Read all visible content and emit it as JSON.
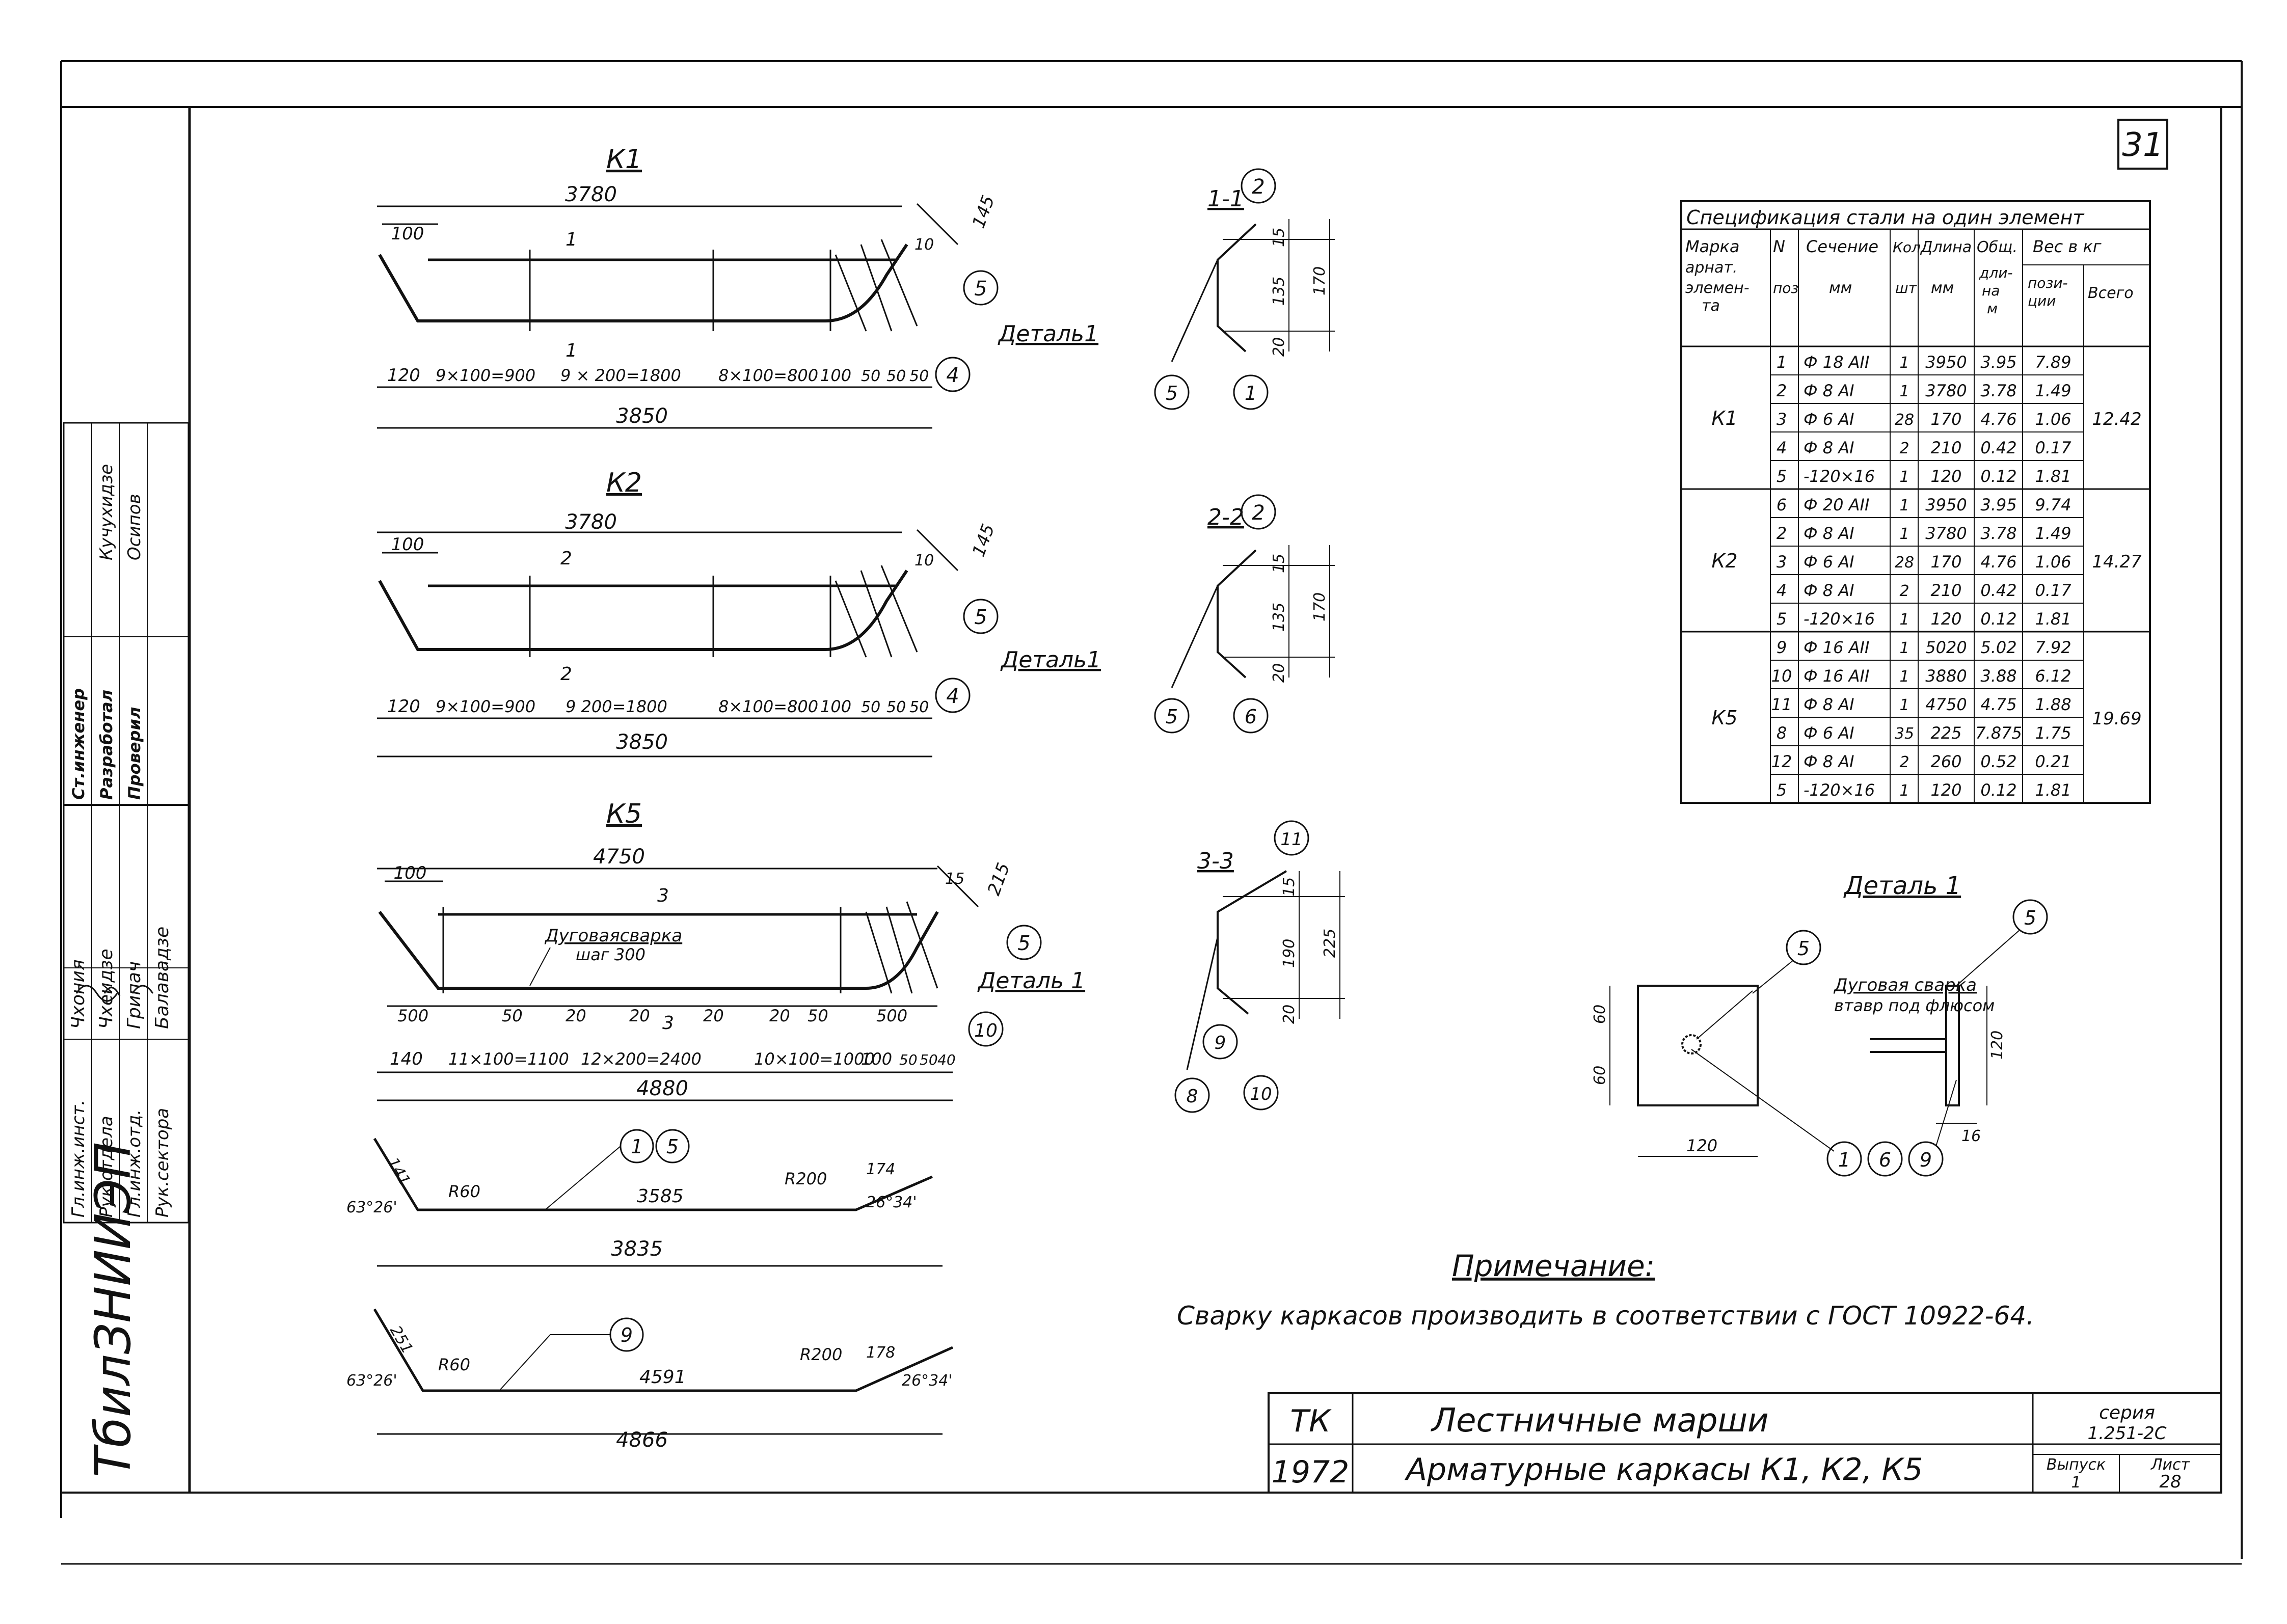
{
  "sheet_number": "31",
  "drawings": {
    "k1": {
      "title": "К1",
      "overall_top": "3780",
      "left_offset": "100",
      "pos1": "1",
      "angle_top": "10",
      "angle_len": "145",
      "bottom_dims": [
        "120",
        "9×100=900",
        "9 × 200=1800",
        "8×100=800",
        "100",
        "50",
        "50",
        "50"
      ],
      "overall_bottom": "3850",
      "callout_5": "5",
      "callout_4": "4",
      "detail_label": "Деталь1"
    },
    "k2": {
      "title": "К2",
      "overall_top": "3780",
      "left_offset": "100",
      "pos2": "2",
      "angle_top": "10",
      "angle_len": "145",
      "bottom_dims": [
        "120",
        "9×100=900",
        "9 200=1800",
        "8×100=800",
        "100",
        "50",
        "50",
        "50"
      ],
      "overall_bottom": "3850",
      "callout_5": "5",
      "callout_4": "4",
      "detail_label": "Деталь1"
    },
    "k5": {
      "title": "К5",
      "overall_top": "4750",
      "left_offset": "100",
      "pos3": "3",
      "angle_top": "15",
      "angle_len": "215",
      "weld_note": "Дуговаясварка",
      "weld_step": "шаг 300",
      "mid_dims": [
        "500",
        "50",
        "20",
        "20",
        "20",
        "20",
        "50",
        "500"
      ],
      "bottom_dims": [
        "140",
        "11×100=1100",
        "12×200=2400",
        "10×100=1000",
        "100",
        "50",
        "50",
        "40"
      ],
      "overall_bottom": "4880",
      "callout_5": "5",
      "callout_10": "10",
      "detail_label": "Деталь 1"
    },
    "bar1": {
      "callout_a": "1",
      "callout_b": "5",
      "angle": "63°26'",
      "end_len": "141",
      "radius_l": "R60",
      "mid_len": "3585",
      "radius_r": "R200",
      "end_len_r": "174",
      "angle_r": "26°34'",
      "overall": "3835"
    },
    "bar9": {
      "callout": "9",
      "angle": "63°26'",
      "end_len": "251",
      "radius_l": "R60",
      "mid_len": "4591",
      "radius_r": "R200",
      "end_len_r": "178",
      "angle_r": "26°34'",
      "overall": "4866"
    }
  },
  "sections": {
    "s1": {
      "title": "1-1",
      "top": "2",
      "left": "5",
      "right": "1",
      "d15": "15",
      "d135": "135",
      "d20": "20",
      "d170": "170"
    },
    "s2": {
      "title": "2-2",
      "top": "2",
      "left": "5",
      "right": "6",
      "d15": "15",
      "d135": "135",
      "d20": "20",
      "d170": "170"
    },
    "s3": {
      "title": "3-3",
      "top": "11",
      "left1": "9",
      "left2": "8",
      "right": "10",
      "d15": "15",
      "d190": "190",
      "d20": "20",
      "d225": "225"
    }
  },
  "spec": {
    "title": "Спецификация стали на один элемент",
    "headers": {
      "mark": "Марка арнат. элемен- та",
      "pos": "N поз",
      "section": "Сечение",
      "section_unit": "мм",
      "qty": "Кол шт",
      "length": "Длина мм",
      "total": "Общ. дли- на м",
      "weight": "Вес в кг",
      "weight_pos": "пози- ции",
      "weight_total": "Всего"
    },
    "groups": [
      {
        "mark": "К1",
        "total": "12.42",
        "rows": [
          [
            "1",
            "Ф 18 AII",
            "1",
            "3950",
            "3.95",
            "7.89"
          ],
          [
            "2",
            "Ф 8 AI",
            "1",
            "3780",
            "3.78",
            "1.49"
          ],
          [
            "3",
            "Ф 6 AI",
            "28",
            "170",
            "4.76",
            "1.06"
          ],
          [
            "4",
            "Ф 8 AI",
            "2",
            "210",
            "0.42",
            "0.17"
          ],
          [
            "5",
            "-120×16",
            "1",
            "120",
            "0.12",
            "1.81"
          ]
        ]
      },
      {
        "mark": "К2",
        "total": "14.27",
        "rows": [
          [
            "6",
            "Ф 20 AII",
            "1",
            "3950",
            "3.95",
            "9.74"
          ],
          [
            "2",
            "Ф 8 AI",
            "1",
            "3780",
            "3.78",
            "1.49"
          ],
          [
            "3",
            "Ф 6 AI",
            "28",
            "170",
            "4.76",
            "1.06"
          ],
          [
            "4",
            "Ф 8 AI",
            "2",
            "210",
            "0.42",
            "0.17"
          ],
          [
            "5",
            "-120×16",
            "1",
            "120",
            "0.12",
            "1.81"
          ]
        ]
      },
      {
        "mark": "К5",
        "total": "19.69",
        "rows": [
          [
            "9",
            "Ф 16 AII",
            "1",
            "5020",
            "5.02",
            "7.92"
          ],
          [
            "10",
            "Ф 16 AII",
            "1",
            "3880",
            "3.88",
            "6.12"
          ],
          [
            "11",
            "Ф 8 AI",
            "1",
            "4750",
            "4.75",
            "1.88"
          ],
          [
            "8",
            "Ф 6 AI",
            "35",
            "225",
            "7.875",
            "1.75"
          ],
          [
            "12",
            "Ф 8 AI",
            "2",
            "260",
            "0.52",
            "0.21"
          ],
          [
            "5",
            "-120×16",
            "1",
            "120",
            "0.12",
            "1.81"
          ]
        ]
      }
    ]
  },
  "detail1": {
    "title": "Деталь 1",
    "callout_5a": "5",
    "callout_5b": "5",
    "weld_note": "Дуговая сварка",
    "weld_note2": "втавр под флюсом",
    "d60a": "60",
    "d60b": "60",
    "d120": "120",
    "d120v": "120",
    "d16": "16",
    "c1": "1",
    "c6": "6",
    "c9": "9"
  },
  "note": {
    "title": "Примечание:",
    "text": "Сварку каркасов производить в соответствии с ГОСТ 10922-64."
  },
  "stamp": {
    "tk": "ТК",
    "year": "1972",
    "title1": "Лестничные марши",
    "title2": "Арматурные каркасы К1, К2, К5",
    "series_label": "серия",
    "series": "1.251-2С",
    "issue_label": "Выпуск",
    "issue": "1",
    "sheet_label": "Лист",
    "sheet": "28"
  },
  "left_block": {
    "org": "ТбилЗНИИЭП",
    "roles": [
      "Гл.инж.инст.",
      "Рук.отдела",
      "Гл.инж.отд.",
      "Рук.сектора"
    ],
    "names": [
      "Чхония",
      "Чхеидзе",
      "Грипач",
      "Балавадзе"
    ],
    "roles2": [
      "Ст.инженер",
      "Разработал",
      "Проверил"
    ],
    "names2": [
      "Кучухидзе",
      "Осипов"
    ]
  }
}
